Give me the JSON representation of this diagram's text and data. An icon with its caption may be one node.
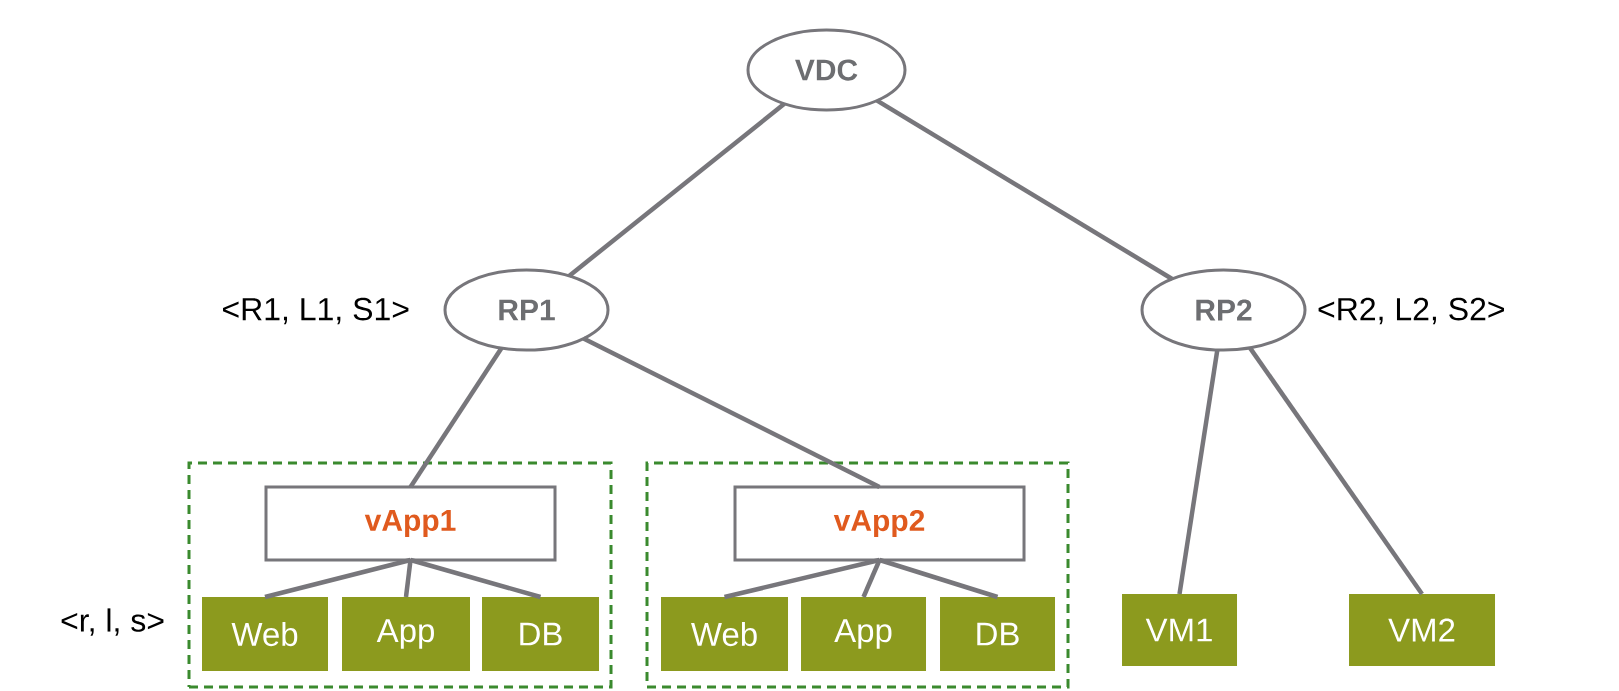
{
  "diagram": {
    "nodes": [
      {
        "text": [
          "VDC"
        ]
      },
      {
        "text": [
          "RP1"
        ],
        "beside": [
          "<R1, L1, S1>"
        ]
      },
      {
        "text": [
          "RP2"
        ],
        "beside": [
          "<R2, L2, S2>"
        ]
      },
      {
        "text": [],
        "shape": "box"
      },
      {
        "text": [
          "vApp1"
        ],
        "in": 3
      },
      {
        "text": [
          "Web"
        ],
        "in": 3
      },
      {
        "text": [
          "App"
        ],
        "in": 3
      },
      {
        "text": [
          "DB"
        ],
        "in": 3
      },
      {
        "text": [],
        "shape": "box"
      },
      {
        "text": [
          "vApp2"
        ],
        "in": 8
      },
      {
        "text": [
          "Web"
        ],
        "in": 8
      },
      {
        "text": [
          "App"
        ],
        "in": 8
      },
      {
        "text": [
          "DB"
        ],
        "in": 8
      },
      {
        "text": [
          "VM1"
        ]
      },
      {
        "text": [
          "VM2"
        ]
      }
    ],
    "edges": [
      {
        "from": 0,
        "to": 1,
        "arrow": "none"
      },
      {
        "from": 0,
        "to": 2,
        "arrow": "none"
      },
      {
        "from": 1,
        "to": 4,
        "arrow": "none"
      },
      {
        "from": 1,
        "to": 9,
        "arrow": "none"
      },
      {
        "from": 4,
        "to": 5,
        "arrow": "none"
      },
      {
        "from": 4,
        "to": 6,
        "arrow": "none"
      },
      {
        "from": 4,
        "to": 7,
        "arrow": "none"
      },
      {
        "from": 9,
        "to": 10,
        "arrow": "none"
      },
      {
        "from": 9,
        "to": 11,
        "arrow": "none"
      },
      {
        "from": 9,
        "to": 12,
        "arrow": "none"
      },
      {
        "from": 2,
        "to": 13,
        "arrow": "none"
      },
      {
        "from": 2,
        "to": 14,
        "arrow": "none"
      }
    ],
    "labels": [
      "<r, l, s>"
    ]
  }
}
